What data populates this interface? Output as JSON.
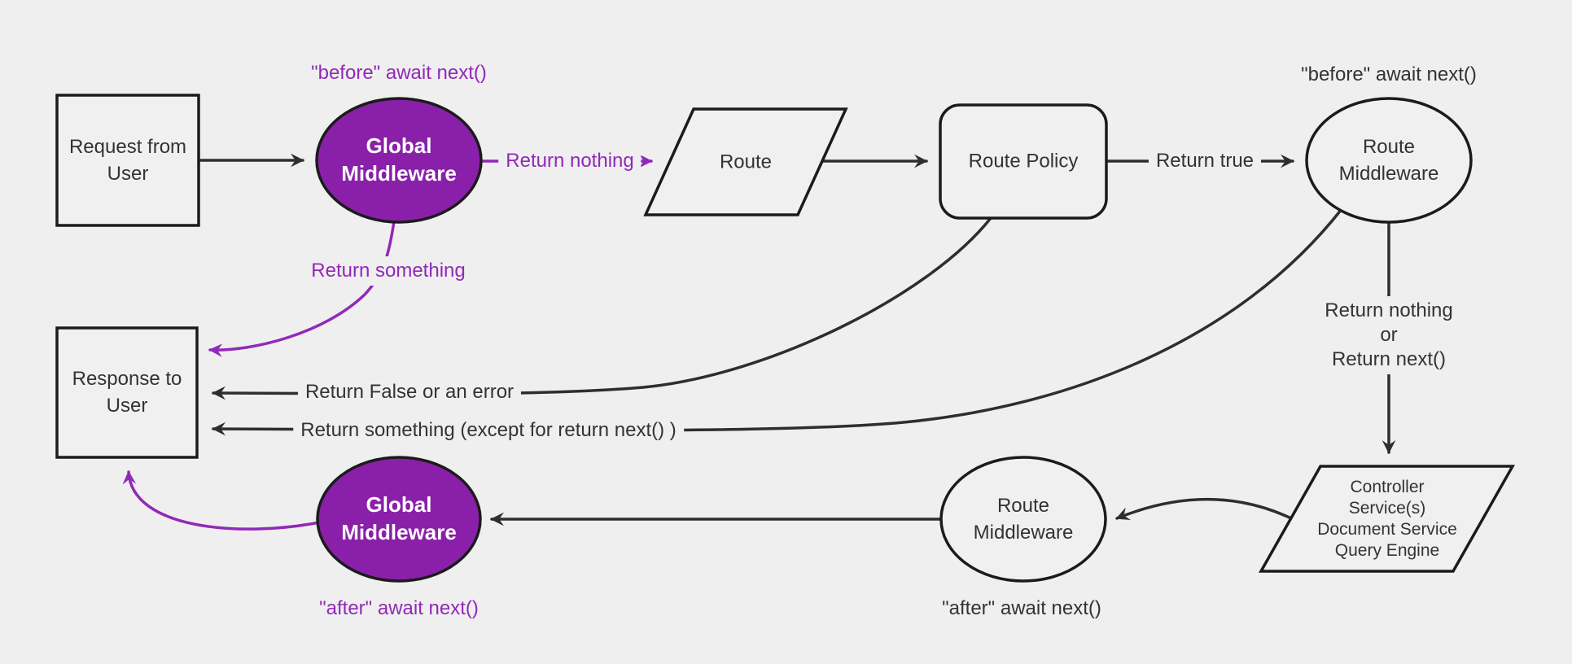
{
  "diagram": {
    "nodes": {
      "request_user": {
        "label": "Request from\nUser"
      },
      "global_middleware_before": {
        "label": "Global\nMiddleware"
      },
      "route": {
        "label": "Route"
      },
      "route_policy": {
        "label": "Route Policy"
      },
      "route_middleware_before": {
        "label": "Route\nMiddleware"
      },
      "controllers": {
        "label": "Controller\nService(s)\nDocument Service\nQuery Engine"
      },
      "route_middleware_after": {
        "label": "Route\nMiddleware"
      },
      "global_middleware_after": {
        "label": "Global\nMiddleware"
      },
      "response_user": {
        "label": "Response to\nUser"
      }
    },
    "labels": {
      "before_await_global": "\"before\" await next()",
      "before_await_route": "\"before\" await next()",
      "return_nothing": "Return nothing",
      "return_true": "Return true",
      "return_something": "Return something",
      "return_false_error": "Return False or an error",
      "return_something_except": "Return something (except for return next() )",
      "return_nothing_or_next": "Return nothing\nor\nReturn next()",
      "after_await_route": "\"after\" await next()",
      "after_await_global": "\"after\" await next()"
    },
    "colors": {
      "background": "#efefef",
      "node_fill": "#f0f0f0",
      "node_border": "#1b1b1b",
      "dark_line": "#2e2e2e",
      "text": "#333333",
      "purple_fill": "#8a20a9",
      "purple_line": "#9129b8",
      "white_text": "#ffffff"
    }
  }
}
